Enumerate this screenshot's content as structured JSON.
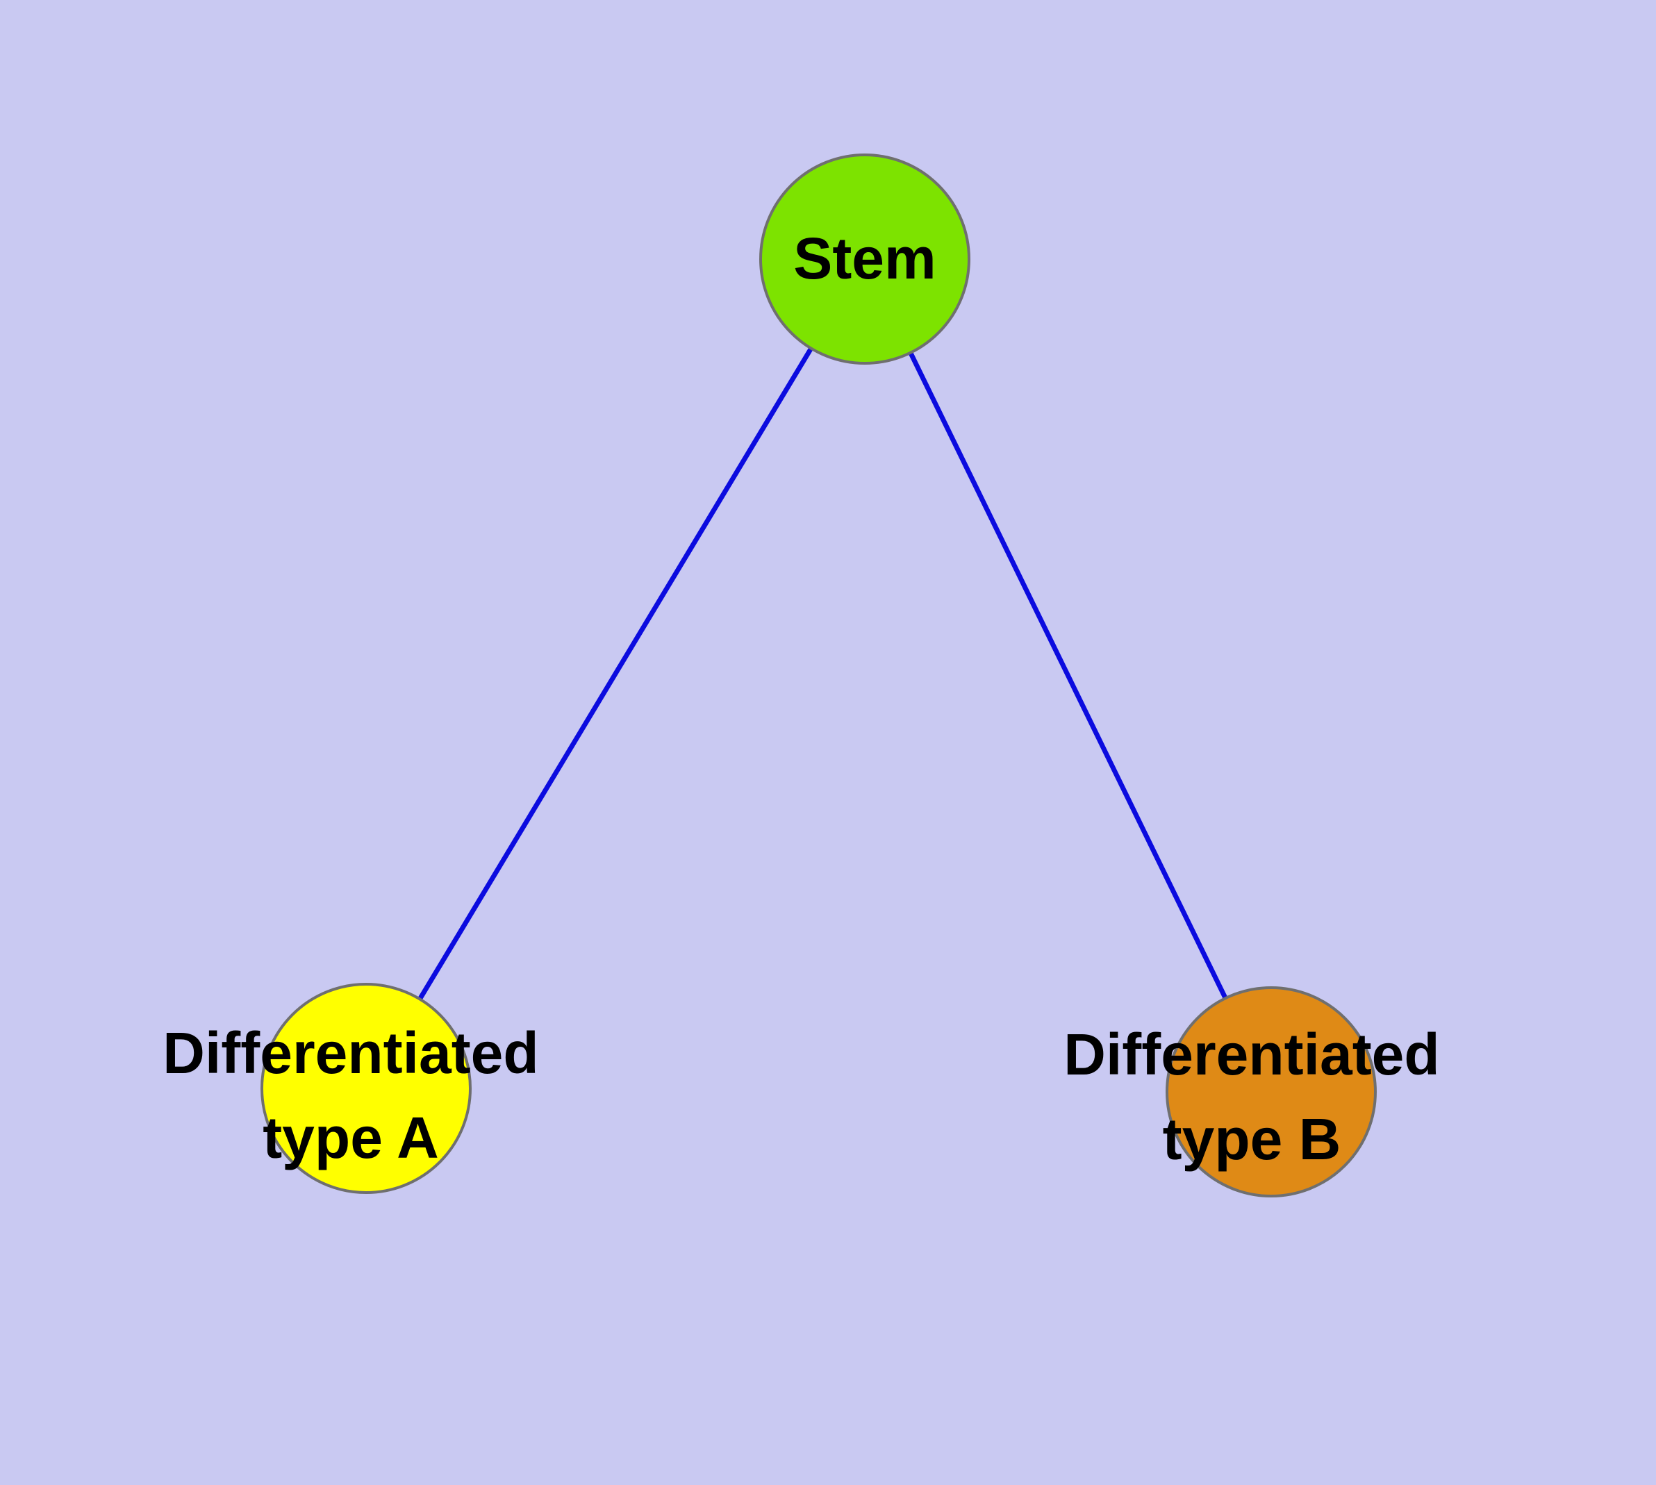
{
  "canvas": {
    "background": "#c9c9f2"
  },
  "edges": {
    "color": "#0b0bdf"
  },
  "nodes": {
    "stem": {
      "label": "Stem",
      "color": "#7de300"
    },
    "type_a": {
      "label": "Differentiated\ntype A",
      "color": "#ffff00"
    },
    "type_b": {
      "label": "Differentiated\ntype B",
      "color": "#df8a16"
    }
  }
}
